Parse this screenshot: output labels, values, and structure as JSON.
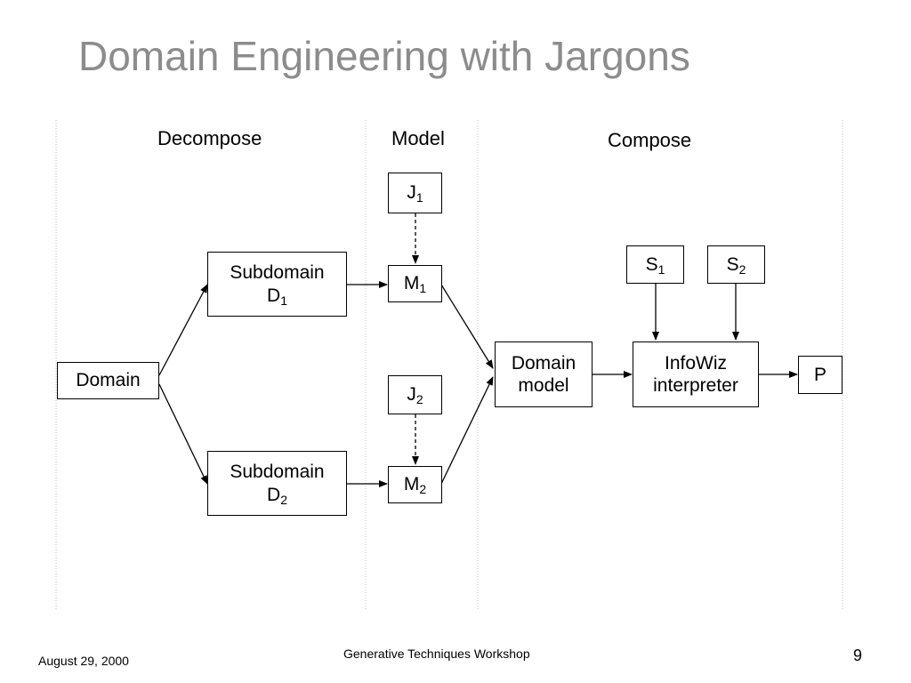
{
  "title": "Domain Engineering with Jargons",
  "phases": {
    "decompose": "Decompose",
    "model": "Model",
    "compose": "Compose"
  },
  "nodes": {
    "domain": "Domain",
    "subdomain1": {
      "label": "Subdomain",
      "symbol": "D",
      "sub": "1"
    },
    "subdomain2": {
      "label": "Subdomain",
      "symbol": "D",
      "sub": "2"
    },
    "j1": {
      "symbol": "J",
      "sub": "1"
    },
    "j2": {
      "symbol": "J",
      "sub": "2"
    },
    "m1": {
      "symbol": "M",
      "sub": "1"
    },
    "m2": {
      "symbol": "M",
      "sub": "2"
    },
    "domain_model": {
      "line1": "Domain",
      "line2": "model"
    },
    "s1": {
      "symbol": "S",
      "sub": "1"
    },
    "s2": {
      "symbol": "S",
      "sub": "2"
    },
    "infowiz": {
      "line1": "InfoWiz",
      "line2": "interpreter"
    },
    "p": "P"
  },
  "footer": {
    "date": "August 29, 2000",
    "event": "Generative Techniques Workshop",
    "page": "9"
  }
}
